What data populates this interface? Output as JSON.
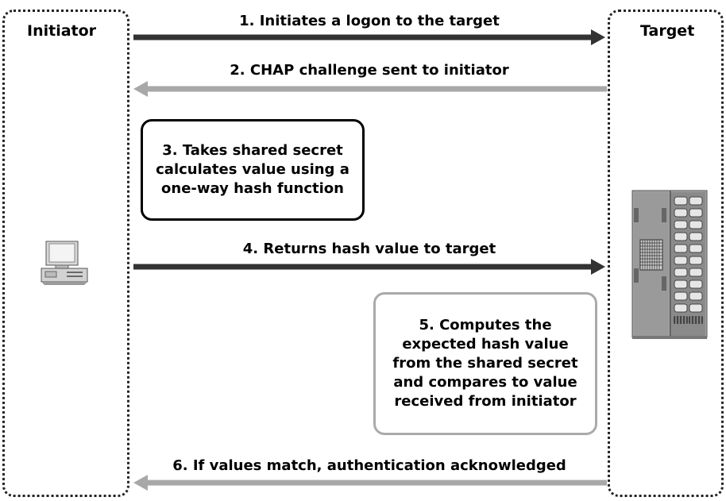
{
  "lanes": {
    "initiator": "Initiator",
    "target": "Target"
  },
  "messages": [
    "1. Initiates a logon to the target",
    "2. CHAP challenge sent to initiator",
    "4. Returns hash value to target",
    "6. If values match, authentication acknowledged"
  ],
  "steps": {
    "step3": "3. Takes shared secret calculates value using a one-way hash function",
    "step5": "5. Computes the expected hash value from the shared secret and compares to value received from initiator"
  },
  "icons": {
    "initiator": "desktop-computer-icon",
    "target": "storage-array-icon"
  },
  "colors": {
    "dark_arrow": "#333333",
    "light_arrow": "#a8a8a8",
    "step5_border": "#aaaaaa"
  }
}
